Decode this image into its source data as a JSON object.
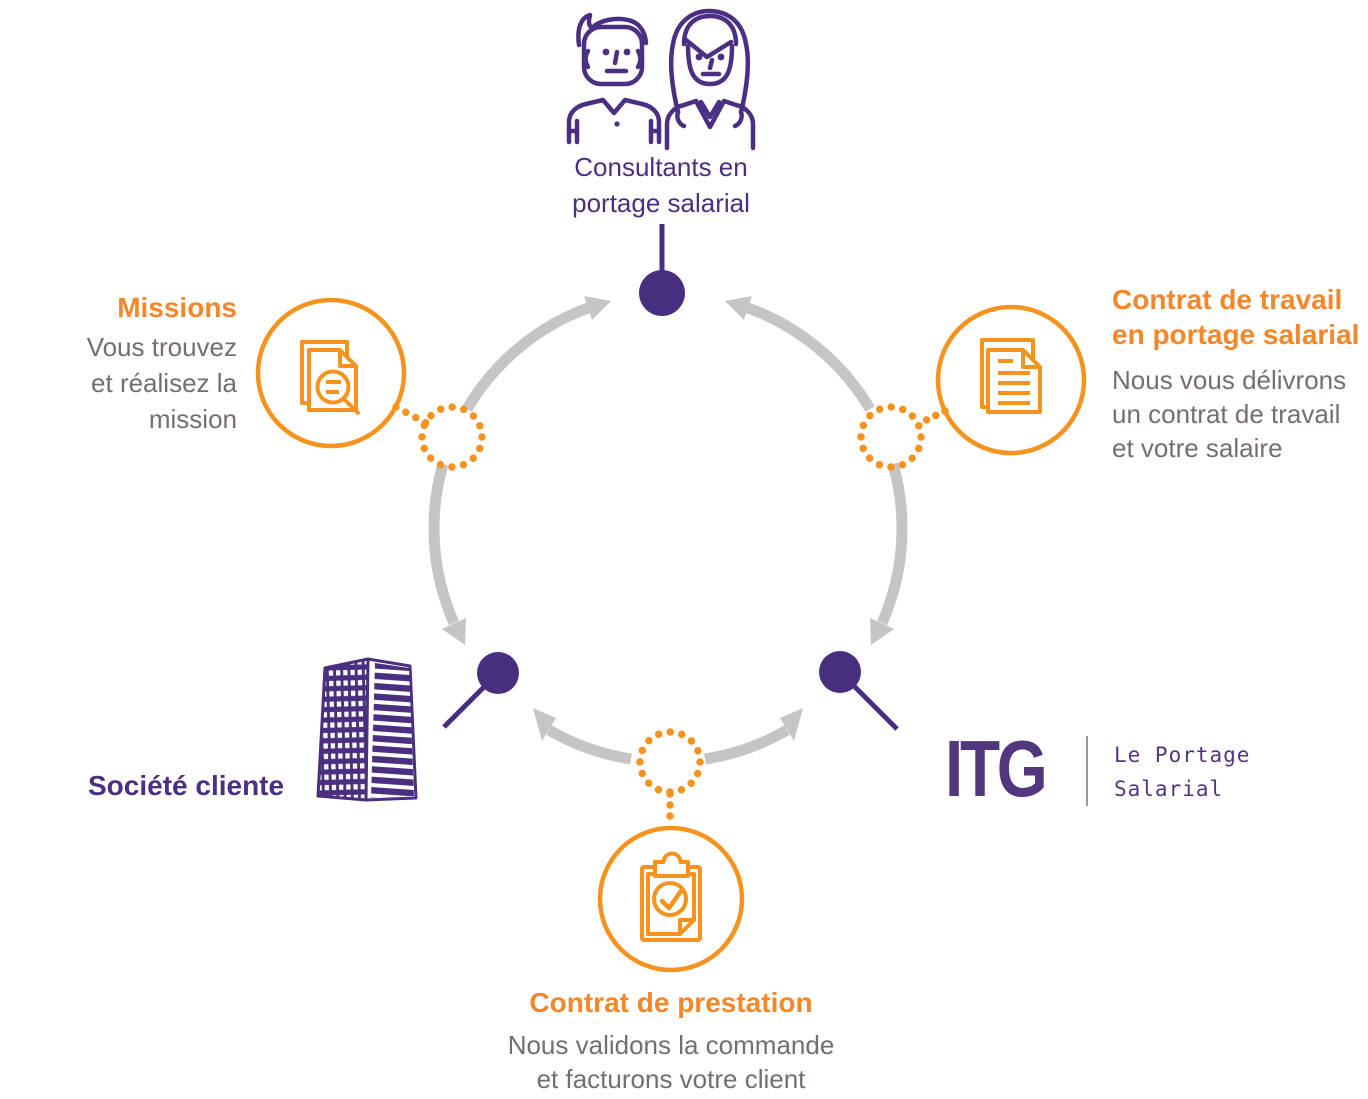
{
  "palette": {
    "purple": "#4A2F82",
    "purple_logo": "#53377E",
    "orange_icon": "#F6921E",
    "orange_title": "#F4872A",
    "gray_text": "#756E6E",
    "arrow_gray": "#C6C5C5"
  },
  "consultants": {
    "label_line1": "Consultants en",
    "label_line2": "portage salarial",
    "icon": "consultants-people-icon"
  },
  "missions": {
    "title": "Missions",
    "desc_line1": "Vous trouvez",
    "desc_line2": "et réalisez la mission",
    "icon": "document-search-icon"
  },
  "work_contract": {
    "title_line1": "Contrat de travail",
    "title_line2": "en portage salarial",
    "desc_line1": "Nous vous délivrons",
    "desc_line2": "un contrat de travail",
    "desc_line3": "et votre salaire",
    "icon": "document-lines-icon"
  },
  "client_company": {
    "label": "Société cliente",
    "icon": "office-building-icon"
  },
  "itg": {
    "logo_text": "ITG",
    "tagline_line1": "Le Portage",
    "tagline_line2": "Salarial"
  },
  "service_contract": {
    "title": "Contrat de prestation",
    "desc_line1": "Nous validons la commande",
    "desc_line2": "et facturons votre client",
    "icon": "clipboard-check-icon"
  }
}
